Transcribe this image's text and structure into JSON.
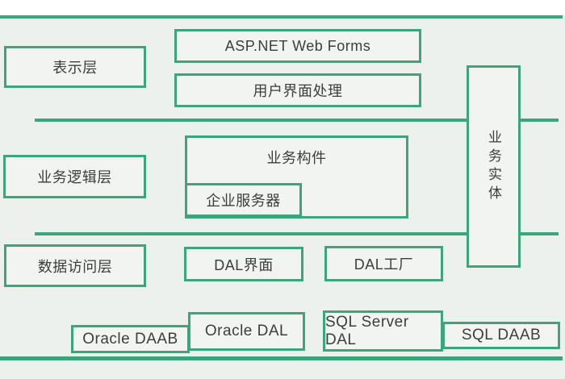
{
  "diagram": {
    "type": "layered-architecture",
    "layers": {
      "presentation": {
        "label": "表示层"
      },
      "business_logic": {
        "label": "业务逻辑层"
      },
      "data_access": {
        "label": "数据访问层"
      }
    },
    "components": {
      "aspnet": {
        "label": "ASP.NET Web Forms"
      },
      "ui_processing": {
        "label": "用户界面处理"
      },
      "business_component": {
        "label": "业务构件"
      },
      "enterprise_server": {
        "label": "企业服务器"
      },
      "business_entity": {
        "label": "业务实体"
      },
      "dal_interface": {
        "label": "DAL界面"
      },
      "dal_factory": {
        "label": "DAL工厂"
      },
      "oracle_daab": {
        "label": "Oracle DAAB"
      },
      "oracle_dal": {
        "label": "Oracle DAL"
      },
      "sql_server_dal": {
        "label": "SQL Server DAL"
      },
      "sql_daab": {
        "label": "SQL DAAB"
      }
    },
    "colors": {
      "accent": "#3da57c",
      "background": "#edf1ee",
      "box_fill": "#f1f4f1",
      "text": "#3d3d3d",
      "top_band": "#ffffff"
    }
  }
}
